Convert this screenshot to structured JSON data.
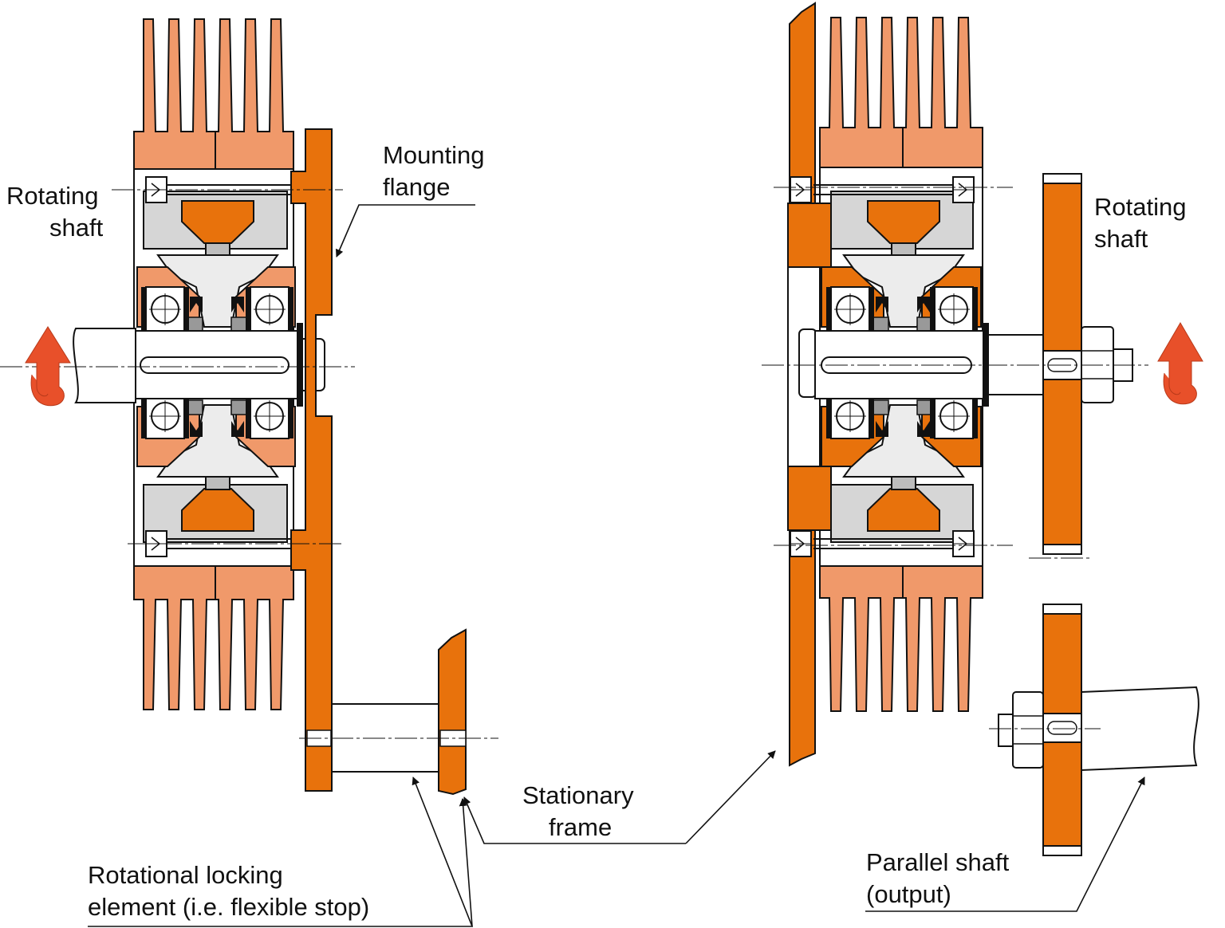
{
  "colors": {
    "primary_orange": "#e8720c",
    "light_orange": "#f0996a",
    "gray_fill": "#d6d6d6",
    "light_fill": "#ececec",
    "arrow_red": "#e8502a",
    "outline": "#111111"
  },
  "labels": {
    "rotating_shaft_left": [
      "Rotating",
      "shaft"
    ],
    "mounting_flange": [
      "Mounting",
      "flange"
    ],
    "rotating_shaft_right": [
      "Rotating",
      "shaft"
    ],
    "stationary_frame": [
      "Stationary",
      "frame"
    ],
    "rotational_locking": [
      "Rotational locking",
      "element (i.e. flexible stop)"
    ],
    "parallel_shaft": [
      "Parallel shaft",
      "(output)"
    ]
  },
  "icons": [
    "rotation-arrow-icon",
    "leader-arrow-icon"
  ]
}
